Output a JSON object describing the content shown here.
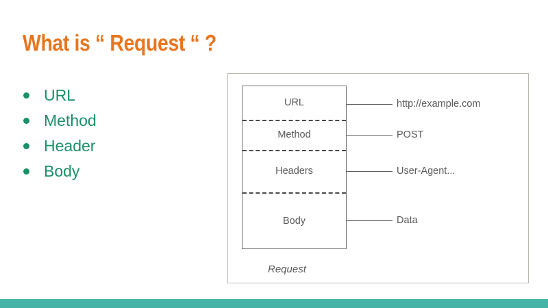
{
  "slide": {
    "title": "What is “ Request “ ?",
    "title_color": "#e8761f",
    "background_color": "#ffffff",
    "accent_green": "#1a9066",
    "footer_color": "#45b3a5"
  },
  "bullets": [
    {
      "label": "URL"
    },
    {
      "label": "Method"
    },
    {
      "label": "Header"
    },
    {
      "label": "Body"
    }
  ],
  "diagram": {
    "caption": "Request",
    "box_border_color": "#6d6d6d",
    "panel_border_color": "#b9b9b2",
    "text_color": "#5a5a5a",
    "sections": [
      {
        "label": "URL",
        "value": "http://example.com"
      },
      {
        "label": "Method",
        "value": "POST"
      },
      {
        "label": "Headers",
        "value": "User-Agent..."
      },
      {
        "label": "Body",
        "value": "Data"
      }
    ]
  }
}
